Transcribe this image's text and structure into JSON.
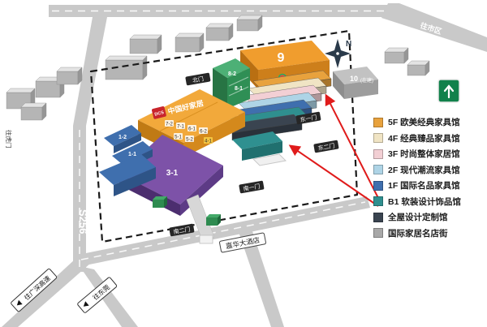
{
  "legend": {
    "items": [
      {
        "label": "5F 欧美经典家具馆",
        "color": "#e8a23d"
      },
      {
        "label": "4F 经典臻品家具馆",
        "color": "#f0e4c4"
      },
      {
        "label": "3F 时尚整体家居馆",
        "color": "#f2cfd4"
      },
      {
        "label": "2F 现代潮流家具馆",
        "color": "#aed4e6"
      },
      {
        "label": "1F 国际名品家具馆",
        "color": "#3f6fae"
      },
      {
        "label": "B1 软装设计饰品馆",
        "color": "#2f8f8f"
      },
      {
        "label": "全屋设计定制馆",
        "color": "#3a4450"
      },
      {
        "label": "国际家居名店街",
        "color": "#a8a8a8"
      }
    ]
  },
  "compass": {
    "label": "N"
  },
  "brand": {
    "logo": "DCS",
    "name": "中国好家居"
  },
  "buildings": {
    "b9": "9",
    "b10": "10",
    "b10_note": "(在建)",
    "b82": "8-2",
    "b81": "8-1",
    "b72": "7-2",
    "b71": "7-1",
    "b61": "6-1",
    "b62": "6-2",
    "b51": "5-1",
    "b52": "5-2",
    "b41": "4-1",
    "b31": "3-1",
    "b12": "1-2",
    "b11": "1-1"
  },
  "roads": {
    "s256": "S256",
    "to_expressway": "往广深高速",
    "to_dongguan": "往东莞",
    "to_city": "往市区",
    "to_humen": "往虎门"
  },
  "signs": {
    "hotel": "嘉华大酒店"
  },
  "gates": {
    "north": "北门",
    "east1": "东一门",
    "east2": "东二门",
    "south1": "南一门",
    "south2": "南二门"
  }
}
